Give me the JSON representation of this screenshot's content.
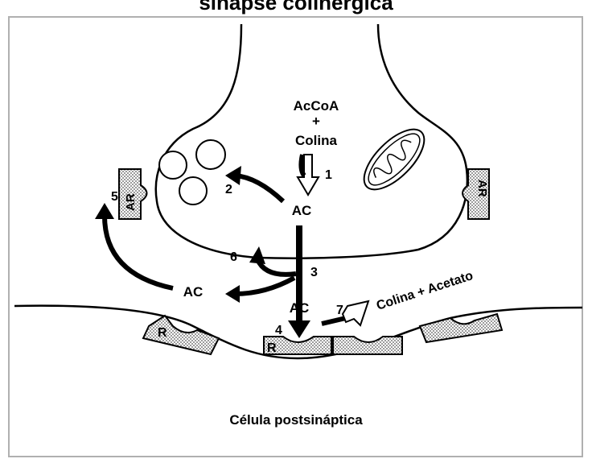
{
  "title": "sinapse colinérgica",
  "diagram": {
    "substrates": [
      "AcCoA",
      "+",
      "Colina"
    ],
    "products": "Colina + Acetato",
    "transmitter": "AC",
    "receptor": "R",
    "autoreceptor": "AR",
    "postsynaptic_cell": "Célula postsináptica",
    "steps": [
      "1",
      "2",
      "3",
      "4",
      "5",
      "6",
      "7"
    ]
  }
}
